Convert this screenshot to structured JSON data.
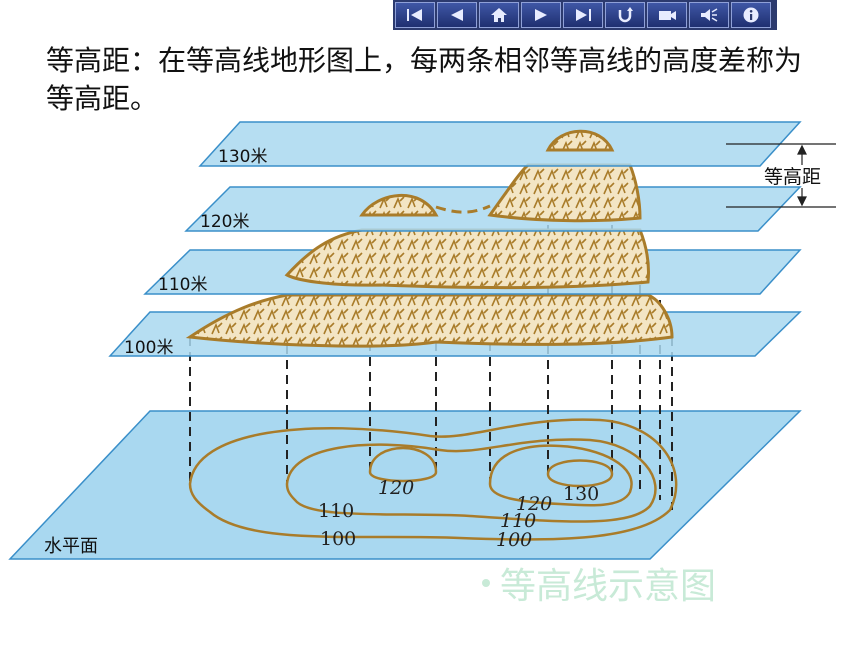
{
  "definition": "等高距：在等高线地形图上，每两条相邻等高线的高度差称为等高距。",
  "plane_labels": [
    "130米",
    "120米",
    "110米",
    "100米"
  ],
  "interval_label": "等高距",
  "base_plane_label": "水平面",
  "contour_labels": [
    "120",
    "110",
    "100",
    "120",
    "130",
    "110",
    "100"
  ],
  "caption": "等高线示意图",
  "toolbar_icons": [
    "first-icon",
    "prev-icon",
    "home-icon",
    "next-icon",
    "last-icon",
    "return-icon",
    "video-icon",
    "sound-icon",
    "info-icon"
  ],
  "colors": {
    "plane": "#a9d8f0",
    "plane_edge": "#3a8fc9",
    "terrain": "#a97c2a",
    "toolbar": "#2c3a6e",
    "caption": "#c8ead7"
  }
}
